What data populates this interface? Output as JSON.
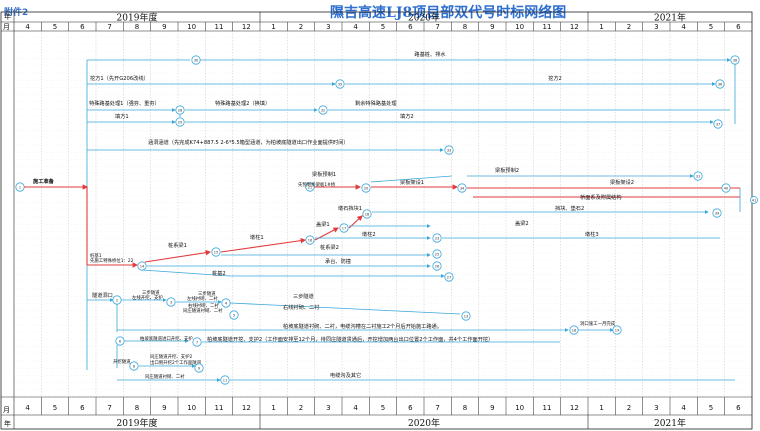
{
  "annex_label": "附件2",
  "title": "隰吉高速LJ8项目部双代号时标网络图",
  "timeline": {
    "row_marker_top": "年",
    "row_marker_month": "月",
    "years": [
      "2019年度",
      "2020年",
      "2021年"
    ],
    "months": [
      "4",
      "5",
      "6",
      "7",
      "8",
      "9",
      "10",
      "11",
      "12",
      "1",
      "2",
      "3",
      "4",
      "5",
      "6",
      "7",
      "8",
      "9",
      "10",
      "11",
      "12",
      "1",
      "2",
      "3",
      "4",
      "5",
      "6"
    ]
  },
  "colors": {
    "critical": "#e23b3b",
    "normal": "#3aa6d9",
    "dashed": "#7a7a7a",
    "node_fill": "#ffffff",
    "node_stroke": "#3aa6d9"
  },
  "activity_labels": {
    "a1": "路基桩、排水",
    "a2": "挖方1（先开G206改线）",
    "a3": "挖方2",
    "a4": "特殊路基处理1（强夯、重夯）",
    "a5": "特殊路基处理2（换填）",
    "a6": "剩余特殊路基处理",
    "a7": "填方1",
    "a8": "填方2",
    "a9": "涵洞涵道（先完成K74+887.5 2-6*5.5箱型涵道，为柏坡底隧道出口作业面提供时间）",
    "a10": "施工准备",
    "a11": "梁板预制1",
    "a12": "先预制桥梁板1#桥",
    "a13": "梁板预制2",
    "a14": "梁板架设1",
    "a15": "梁板架设2",
    "a16": "桥面系及附属结构",
    "a17": "墩石挡块1",
    "a18": "挡块、垫石2",
    "a19": "盖梁1",
    "a20": "盖梁2",
    "a21": "墩柱1",
    "a22": "墩柱2",
    "a23": "墩柱3",
    "a24": "桩基1",
    "a25": "先施工特殊桥位1：22",
    "a26": "桩系梁1",
    "a27": "桩系梁2",
    "a28": "承台、防撞",
    "a29": "桩基2",
    "a30": "隧道洞口",
    "a31": "三步隧道",
    "a32": "左线开挖、支护",
    "a33": "左线衬砌、二衬",
    "a34": "右线衬砌、二衬",
    "a35": "三步隧道",
    "a36": "右线衬砌、二衬",
    "a37": "柏坡底隧道衬砌、二衬，电缆沟槽在二衬施工2个月后开始施工路通。",
    "a38": "洞口施工一月完成",
    "a39": "柏坡底隧道进口开挖、支护",
    "a40": "柏坡底隧道开挖、支护2（工作面安排至12个月，待同庄隧道贯通后，开挖增加两台出口位置2个工作面，共4个工作面开挖）",
    "a41": "开挖隧道",
    "a42": "同庄隧道开挖、支护2",
    "a43": "出口侧开挖2个工作面隧道",
    "a44": "同庄隧道衬砌、二衬",
    "a45": "电缆沟及其它"
  },
  "node_numbers": [
    "1",
    "2",
    "3",
    "4",
    "5",
    "6",
    "7",
    "8",
    "9",
    "10",
    "11",
    "12",
    "13",
    "14",
    "15",
    "16",
    "17",
    "18",
    "19",
    "20",
    "21",
    "22",
    "23",
    "24",
    "25",
    "26",
    "27",
    "28",
    "29",
    "30",
    "31",
    "32",
    "33",
    "34",
    "35",
    "36",
    "37",
    "38",
    "39",
    "40",
    "41"
  ]
}
